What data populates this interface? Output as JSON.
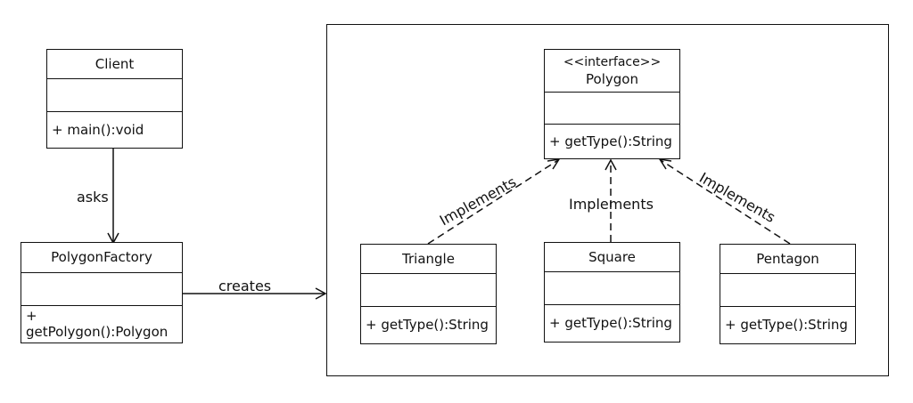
{
  "client": {
    "name": "Client",
    "attributes": "",
    "operation": "+ main():void"
  },
  "factory": {
    "name": "PolygonFactory",
    "attributes": "",
    "operation": "+ getPolygon():Polygon"
  },
  "polygon": {
    "stereotype": "<<interface>>",
    "name": "Polygon",
    "attributes": "",
    "operation": "+ getType():String"
  },
  "triangle": {
    "name": "Triangle",
    "attributes": "",
    "operation": "+ getType():String"
  },
  "square": {
    "name": "Square",
    "attributes": "",
    "operation": "+ getType():String"
  },
  "pentagon": {
    "name": "Pentagon",
    "attributes": "",
    "operation": "+ getType():String"
  },
  "edges": {
    "asks": "asks",
    "creates": "creates",
    "implements_triangle": "Implements",
    "implements_square": "Implements",
    "implements_pentagon": "Implements"
  }
}
